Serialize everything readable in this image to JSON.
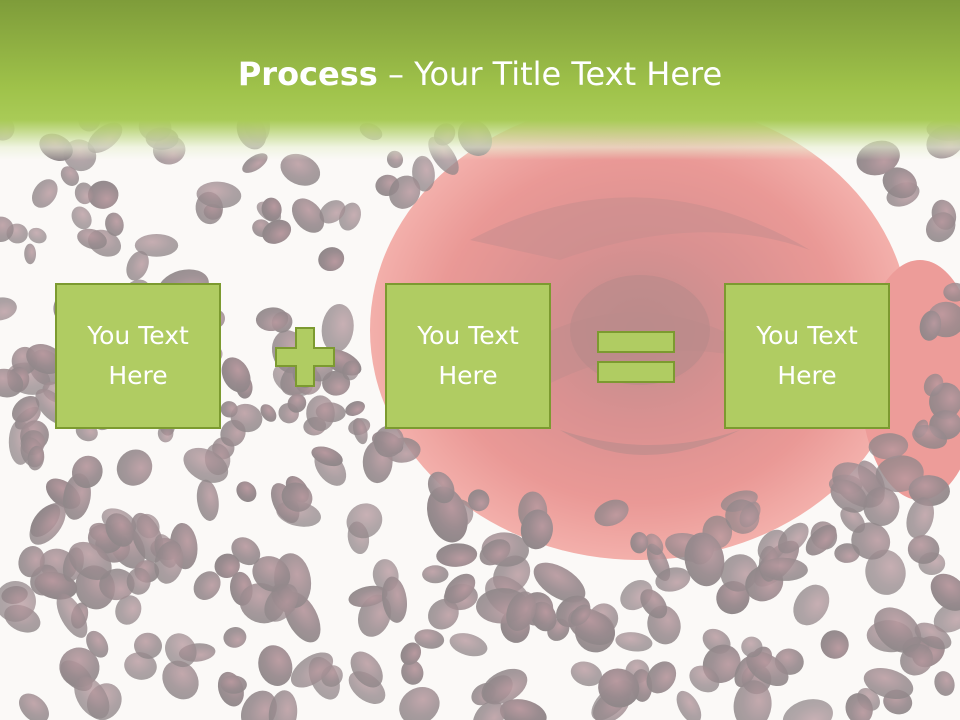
{
  "slide": {
    "title_bold": "Process",
    "title_rest": " – Your Title Text Here"
  },
  "boxes": [
    {
      "text": "You Text\nHere"
    },
    {
      "text": "You Text\nHere"
    },
    {
      "text": "You Text\nHere"
    }
  ],
  "operators": [
    "plus-icon",
    "equals-icon"
  ],
  "colors": {
    "accent_green": "#a9cb57",
    "box_fill": "#b0cc62",
    "box_border": "#7c9a30",
    "text": "#ffffff"
  }
}
